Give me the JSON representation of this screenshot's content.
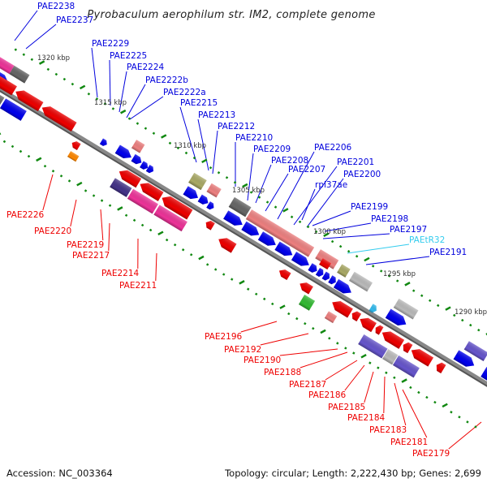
{
  "title": "Pyrobaculum aerophilum str. IM2, complete genome",
  "footer": {
    "accession": "Accession: NC_003364",
    "summary": "Topology: circular; Length: 2,222,430 bp; Genes: 2,699"
  },
  "colors": {
    "backbone": "#808080",
    "forward_label": "#0000dd",
    "reverse_label": "#ee0000",
    "trna_label": "#33ccee",
    "tick": "#118811",
    "blue": "#0000ee",
    "red": "#ee0000",
    "pink": "#ee3399",
    "salmon": "#ee8080",
    "gray": "#666666",
    "lightgray": "#bbbbbb",
    "purple": "#6655cc",
    "darkpurple": "#443388",
    "olive": "#aaaa66",
    "green": "#33bb33",
    "orange": "#ff8800",
    "cyan": "#33bbee"
  },
  "scale_labels": [
    "1320 kbp",
    "1315 kbp",
    "1310 kbp",
    "1305 kbp",
    "1300 kbp",
    "1295 kbp",
    "1290 kbp"
  ],
  "forward_labels": [
    "PAE2238",
    "PAE2237",
    "PAE2229",
    "PAE2225",
    "PAE2224",
    "PAE2222b",
    "PAE2222a",
    "PAE2215",
    "PAE2213",
    "PAE2212",
    "PAE2210",
    "PAE2209",
    "PAE2208",
    "PAE2207",
    "PAE2206",
    "PAE2201",
    "PAE2200",
    "rpl37ae",
    "PAE2199",
    "PAE2198",
    "PAE2197",
    "PAEtR32",
    "PAE2191"
  ],
  "reverse_labels": [
    "PAE2226",
    "PAE2220",
    "PAE2219",
    "PAE2217",
    "PAE2214",
    "PAE2211",
    "PAE2196",
    "PAE2192",
    "PAE2190",
    "PAE2188",
    "PAE2187",
    "PAE2186",
    "PAE2185",
    "PAE2184",
    "PAE2183",
    "PAE2181",
    "PAE2179"
  ]
}
